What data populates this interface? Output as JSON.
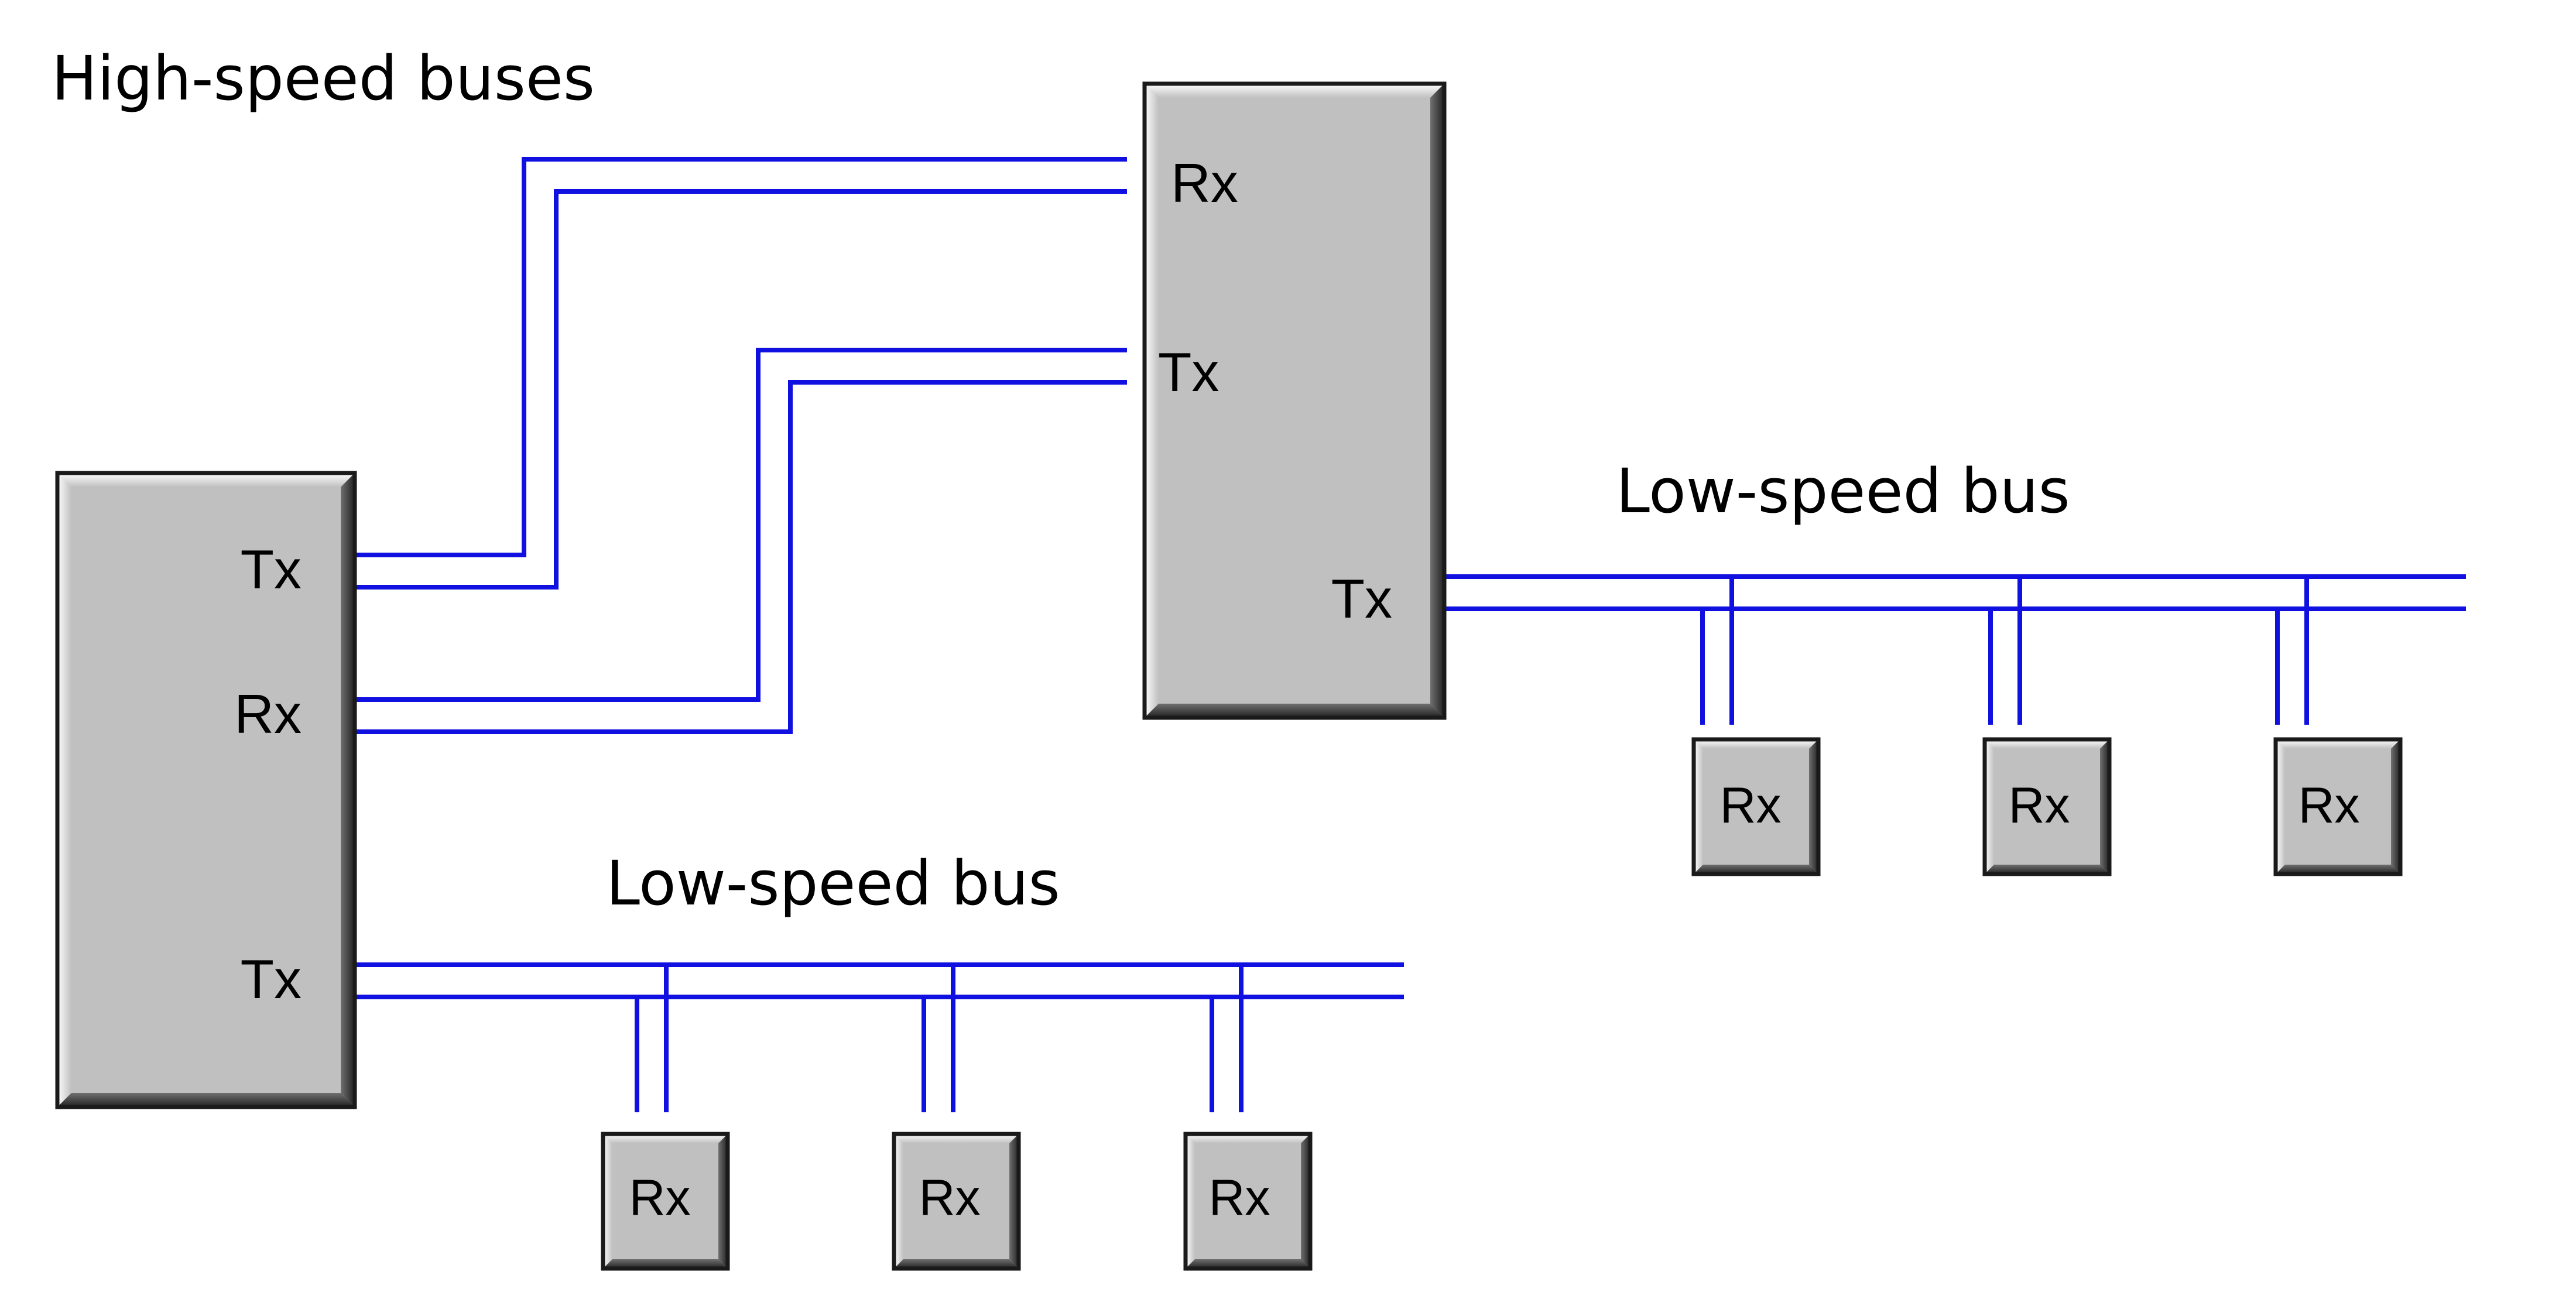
{
  "labels": {
    "high_speed": "High-speed buses",
    "low_speed_right": "Low-speed bus",
    "low_speed_left": "Low-speed bus"
  },
  "left_device": {
    "ports": [
      "Tx",
      "Rx",
      "Tx"
    ]
  },
  "right_device": {
    "ports": [
      "Rx",
      "Tx",
      "Tx"
    ]
  },
  "right_bus_receivers": [
    "Rx",
    "Rx",
    "Rx"
  ],
  "left_bus_receivers": [
    "Rx",
    "Rx",
    "Rx"
  ],
  "colors": {
    "wire": "#1010e0",
    "box_fill": "#c0c0c0",
    "box_outline": "#1a1a1a"
  }
}
